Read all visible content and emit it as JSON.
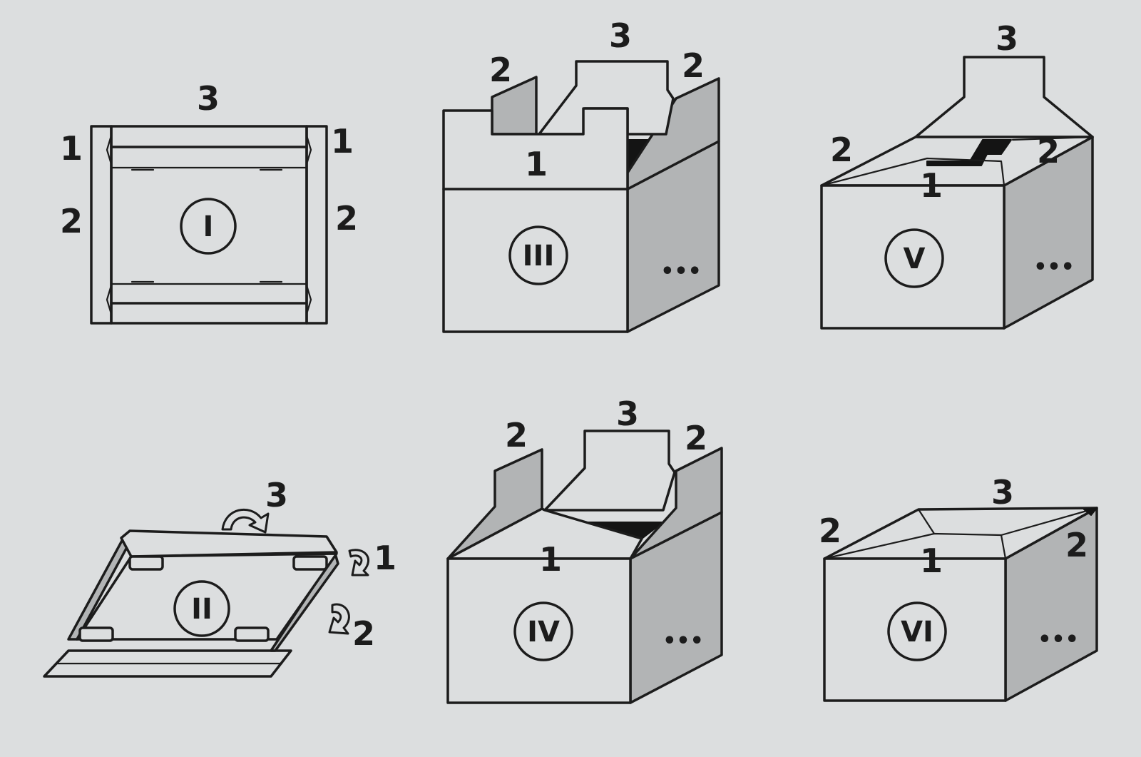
{
  "steps": [
    {
      "numeral": "I",
      "labels": {
        "top": "3",
        "left_upper": "1",
        "left_lower": "2",
        "right_upper": "1",
        "right_lower": "2"
      }
    },
    {
      "numeral": "II",
      "labels": {
        "top": "3",
        "right_upper": "1",
        "right_lower": "2"
      }
    },
    {
      "numeral": "III",
      "labels": {
        "top": "3",
        "left": "2",
        "right": "2",
        "front": "1"
      },
      "side_mark": "•••"
    },
    {
      "numeral": "IV",
      "labels": {
        "top": "3",
        "left": "2",
        "right": "2",
        "front": "1"
      },
      "side_mark": "•••"
    },
    {
      "numeral": "V",
      "labels": {
        "top": "3",
        "left": "2",
        "right": "2",
        "front": "1"
      },
      "side_mark": "•••"
    },
    {
      "numeral": "VI",
      "labels": {
        "top": "3",
        "left": "2",
        "right": "2",
        "front": "1"
      },
      "side_mark": "•••"
    }
  ],
  "colors": {
    "background": "#dcdedf",
    "line": "#1c1c1c",
    "side_face": "#b2b4b5",
    "opening": "#141414"
  }
}
